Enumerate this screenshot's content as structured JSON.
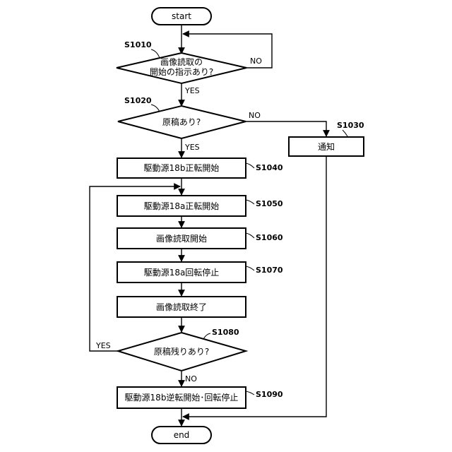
{
  "terminals": {
    "start": "start",
    "end": "end"
  },
  "steps": {
    "s1010": {
      "id": "S1010",
      "line1": "画像読取の",
      "line2": "開始の指示あり?"
    },
    "s1020": {
      "id": "S1020",
      "text": "原稿あり?"
    },
    "s1030": {
      "id": "S1030",
      "text": "通知"
    },
    "s1040": {
      "id": "S1040",
      "text": "駆動源18b正転開始"
    },
    "s1050": {
      "id": "S1050",
      "text": "駆動源18a正転開始"
    },
    "s1060": {
      "id": "S1060",
      "text": "画像読取開始"
    },
    "s1070": {
      "id": "S1070",
      "text": "駆動源18a回転停止"
    },
    "s1075": {
      "text": "画像読取終了"
    },
    "s1080": {
      "id": "S1080",
      "text": "原稿残りあり?"
    },
    "s1090": {
      "id": "S1090",
      "text": "駆動源18b逆転開始･回転停止"
    }
  },
  "branches": {
    "yes": "YES",
    "no": "NO"
  }
}
